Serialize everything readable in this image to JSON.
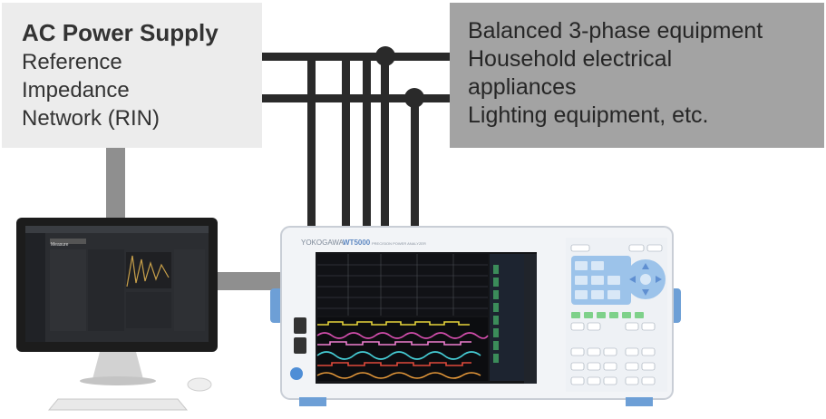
{
  "ac_supply": {
    "title": "AC Power Supply",
    "lines": [
      "Reference",
      "Impedance",
      "Network (RIN)"
    ]
  },
  "equipment": {
    "lines": [
      "Balanced 3-phase equipment",
      "Household electrical",
      "appliances",
      "Lighting equipment, etc."
    ]
  },
  "analyzer": {
    "brand": "YOKOGAWA",
    "model": "WT5000",
    "model_subtitle": "PRECISION POWER ANALYZER"
  },
  "monitor_app": {
    "window_title": "Measure"
  },
  "colors": {
    "ac_box": "#ececec",
    "equipment_box": "#a3a3a3",
    "wire": "#2a2a2a",
    "link": "#8f8f8f",
    "analyzer_body": "#f2f4f7",
    "accent_blue": "#6d9fd6"
  }
}
